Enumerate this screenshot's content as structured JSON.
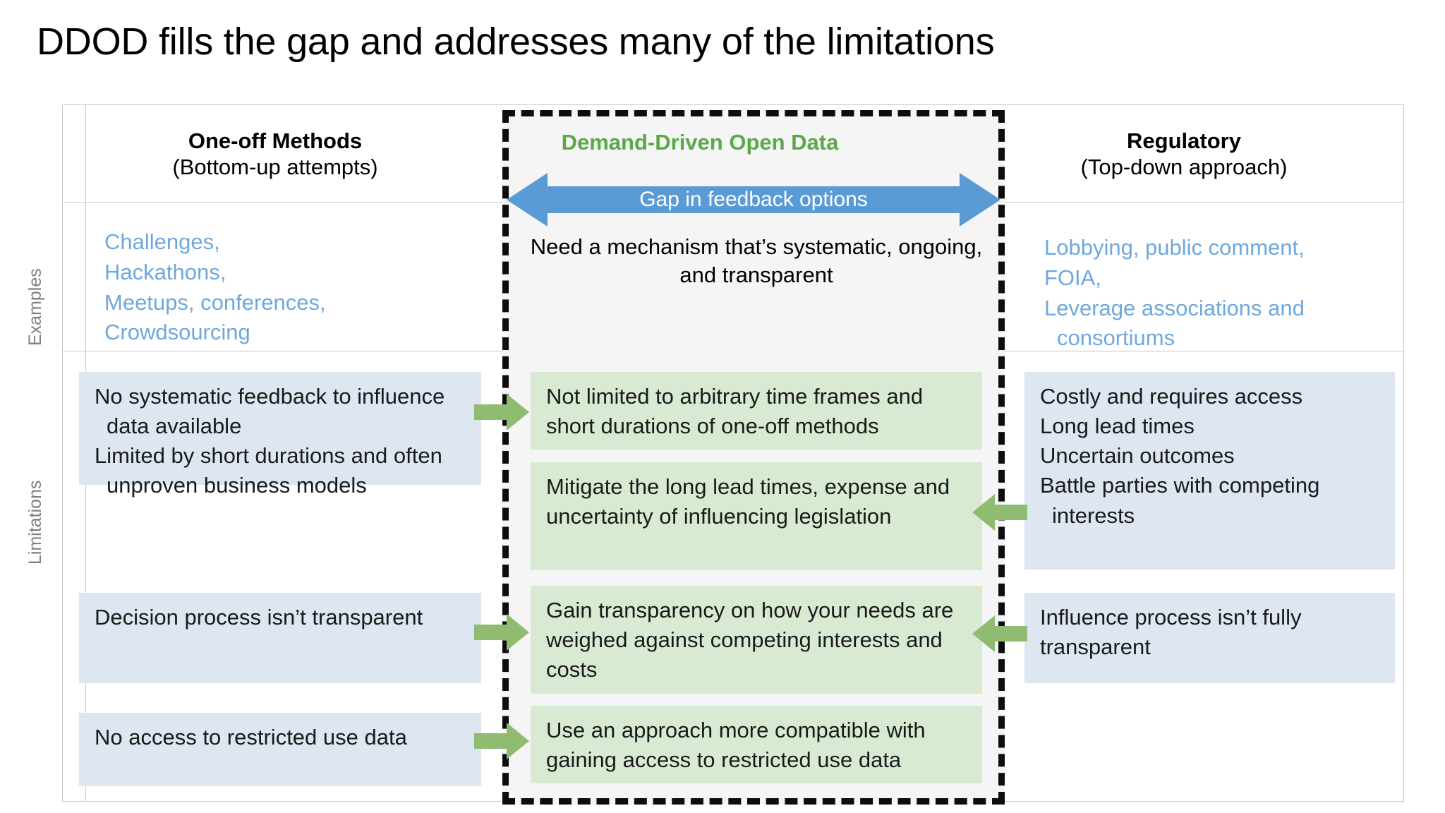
{
  "title": "DDOD fills the gap and addresses many of the limitations",
  "colors": {
    "accent_green": "#5aa84a",
    "accent_blue": "#5b9bd5",
    "bullet_blue": "#6fa8dc",
    "box_blue": "#dde6f1",
    "box_green": "#d9ead3",
    "green_arrow": "#8fbc70",
    "frame_gray": "#c8c8c8",
    "row_label_gray": "#808080"
  },
  "row_labels": {
    "examples": "Examples",
    "limitations": "Limitations"
  },
  "columns": {
    "left": {
      "heading": "One-off Methods",
      "subheading": "(Bottom-up attempts)"
    },
    "center": {
      "heading": "Demand-Driven Open Data",
      "gap_arrow_label": "Gap in feedback options",
      "caption": "Need a mechanism that’s systematic, ongoing, and transparent"
    },
    "right": {
      "heading": "Regulatory",
      "subheading": "(Top-down approach)"
    }
  },
  "examples": {
    "left_bullets": [
      "Challenges,",
      "Hackathons,",
      "Meetups, conferences,",
      "Crowdsourcing"
    ],
    "right_bullets": [
      "Lobbying, public comment,",
      "FOIA,",
      "Leverage associations and consortiums"
    ]
  },
  "limitations": {
    "left_boxes": [
      {
        "bullets": [
          "No systematic feedback to influence data available",
          "Limited by short durations and often unproven business models"
        ]
      },
      {
        "text": "Decision process isn’t transparent"
      },
      {
        "text": "No access to restricted use data"
      }
    ],
    "center_boxes": [
      {
        "text": "Not limited to arbitrary time frames and short durations of one-off methods"
      },
      {
        "text": "Mitigate the long lead times, expense and uncertainty of influencing legislation"
      },
      {
        "text": "Gain transparency on how your needs are weighed against competing interests and costs"
      },
      {
        "text": "Use an approach more compatible with gaining access to restricted use data"
      }
    ],
    "right_boxes": [
      {
        "bullets": [
          "Costly and requires access",
          "Long lead times",
          "Uncertain outcomes",
          "Battle parties with competing interests"
        ]
      },
      {
        "text": "Influence process isn’t fully transparent"
      }
    ]
  },
  "icons": {
    "gap_arrow": "double-headed-arrow-icon",
    "connector": "right-arrow-icon",
    "connector_left": "left-arrow-icon"
  }
}
